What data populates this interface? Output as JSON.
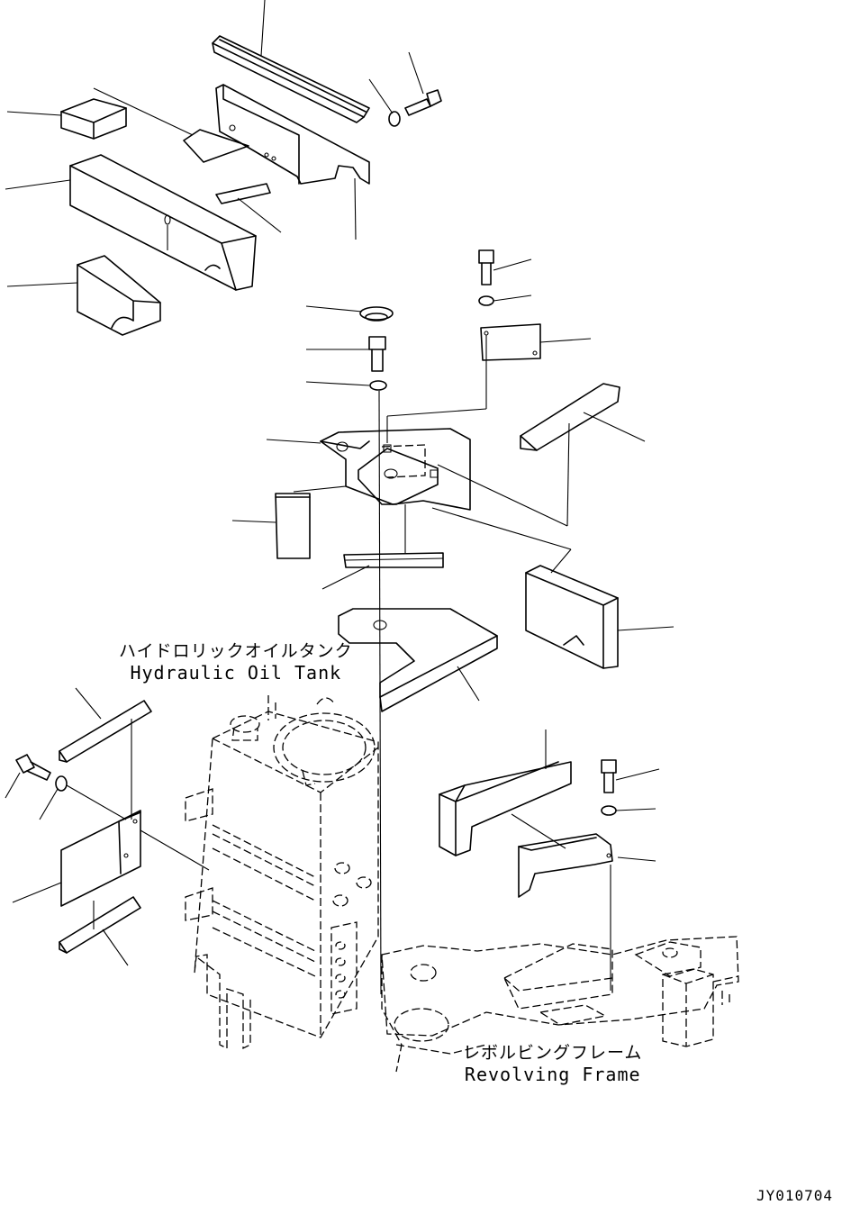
{
  "labels": {
    "hydraulic_oil_tank": {
      "jp": "ハイドロリックオイルタンク",
      "en": "Hydraulic Oil Tank"
    },
    "revolving_frame": {
      "jp": "レボルビングフレーム",
      "en": "Revolving Frame"
    }
  },
  "drawing_id": "JY010704"
}
